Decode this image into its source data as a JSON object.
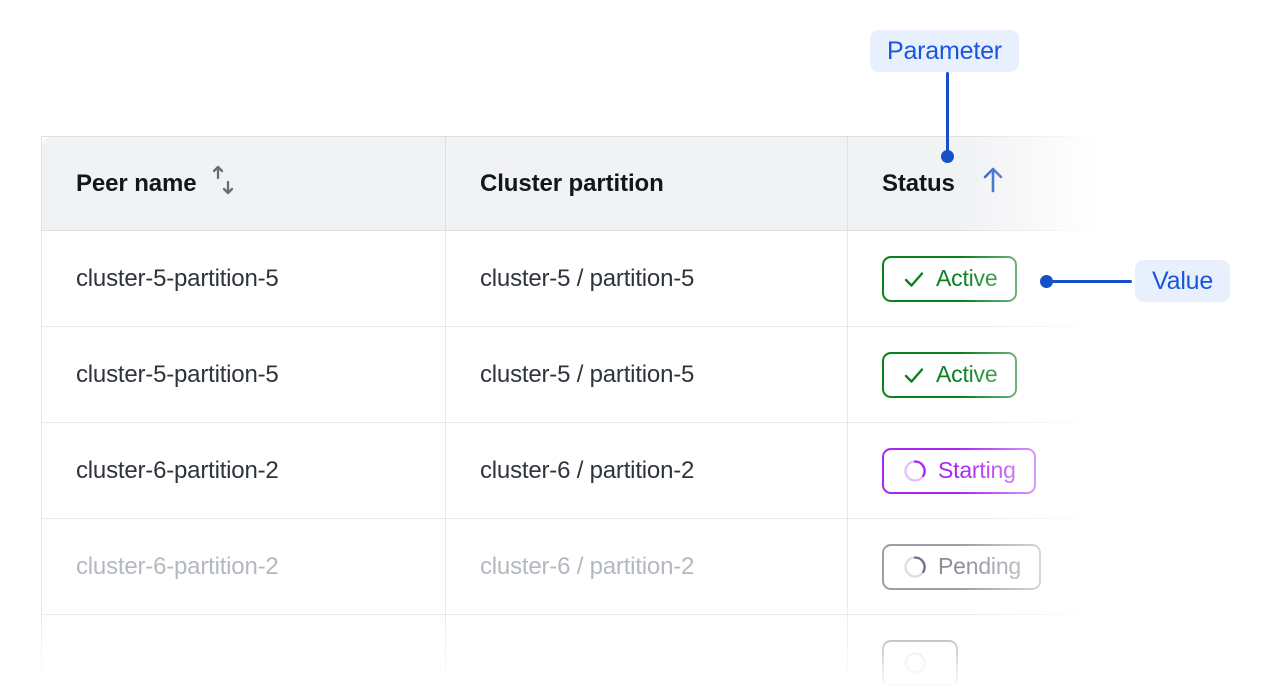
{
  "table": {
    "columns": [
      {
        "key": "peer_name",
        "label": "Peer name",
        "sort_icon": "sort-updown-icon",
        "sorted": false
      },
      {
        "key": "cluster_partition",
        "label": "Cluster partition",
        "sort_icon": null,
        "sorted": false
      },
      {
        "key": "status",
        "label": "Status",
        "sort_icon": "arrow-up-icon",
        "sorted": true
      }
    ],
    "rows": [
      {
        "peer_name": "cluster-5-partition-5",
        "cluster_partition": "cluster-5 / partition-5",
        "status": "Active",
        "status_kind": "active",
        "status_icon": "check-icon",
        "dimmed": false
      },
      {
        "peer_name": "cluster-5-partition-5",
        "cluster_partition": "cluster-5 / partition-5",
        "status": "Active",
        "status_kind": "active",
        "status_icon": "check-icon",
        "dimmed": false
      },
      {
        "peer_name": "cluster-6-partition-2",
        "cluster_partition": "cluster-6 / partition-2",
        "status": "Starting",
        "status_kind": "starting",
        "status_icon": "spinner-icon",
        "dimmed": false
      },
      {
        "peer_name": "cluster-6-partition-2",
        "cluster_partition": "cluster-6 / partition-2",
        "status": "Pending",
        "status_kind": "pending",
        "status_icon": "spinner-icon",
        "dimmed": true
      },
      {
        "peer_name": "",
        "cluster_partition": "",
        "status": "",
        "status_kind": "pending",
        "status_icon": "spinner-icon",
        "dimmed": true
      }
    ]
  },
  "annotations": {
    "parameter": {
      "label": "Parameter",
      "target": "status-column-header"
    },
    "value": {
      "label": "Value",
      "target": "status-cell-row-1"
    }
  },
  "colors": {
    "accent_blue": "#1650c8",
    "callout_bg": "#e8f0fd",
    "callout_text": "#1a56db",
    "status_active": "#0a8020",
    "status_starting": "#a927f0",
    "status_pending": "#9aa0a8",
    "header_bg": "#f1f2f4",
    "header_text": "#13161c",
    "cell_text": "#2f343c",
    "cell_text_dim": "#b4b8bf",
    "border": "#e6e8eb"
  }
}
